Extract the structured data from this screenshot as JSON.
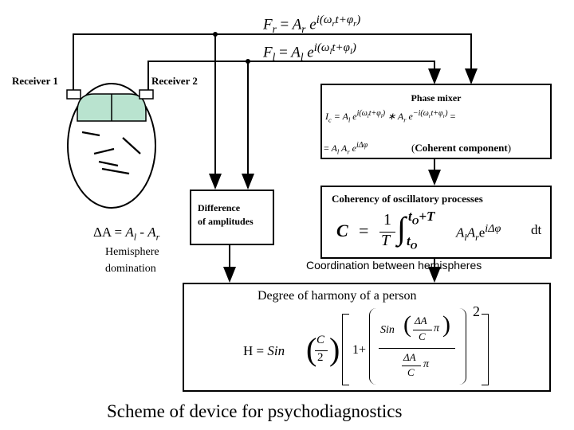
{
  "signals": {
    "right": {
      "lhs": "F",
      "lhs_sub": "r",
      "eq": "=",
      "amp": "A",
      "amp_sub": "r",
      "base": "e",
      "exp": "i(ω",
      "exp_sub1": "r",
      "exp_mid": "t+φ",
      "exp_sub2": "r",
      "exp_end": ")"
    },
    "left": {
      "lhs": "F",
      "lhs_sub": "l",
      "eq": "=",
      "amp": "A",
      "amp_sub": "l",
      "base": "e",
      "exp": "i(ω",
      "exp_sub1": "l",
      "exp_mid": "t+φ",
      "exp_sub2": "l",
      "exp_end": ")"
    }
  },
  "receivers": {
    "r1": "Receiver 1",
    "r2": "Receiver 2"
  },
  "phase_mixer": {
    "title": "Phase mixer",
    "line1": "I",
    "line1_sub": "c",
    "line1_rest": " = A",
    "line1_rest_sub": "l",
    "line1_exp": "i(ω",
    "line1_exp_sub": "l",
    "line1_exp_mid": "t+φ",
    "line1_exp_sub2": "l",
    "line1_exp_end": ")",
    "line1_mul": " ∗ A",
    "line1_mul_sub": "r",
    "line1_exp2": "−i(ω",
    "line1_exp2_sub": "r",
    "line1_exp2_mid": "t+φ",
    "line1_exp2_sub2": "r",
    "line1_exp2_end": ")",
    "line1_eq": "=",
    "line2_eq": "=",
    "line2_a": "A",
    "line2_a_sub": "l",
    "line2_b": "A",
    "line2_b_sub": "r",
    "line2_e": "e",
    "line2_exp": "iΔφ",
    "coherent_open": "(",
    "coherent": "Coherent component",
    "coherent_close": ")"
  },
  "coherency": {
    "title": "Coherency  of   oscillatory  processes",
    "C": "C",
    "eq": "=",
    "num": "1",
    "den": "T",
    "integral": "∫",
    "upper": "t",
    "upper_sub": "O",
    "upper_rest": "+T",
    "lower": "t",
    "lower_sub": "O",
    "a1": "A",
    "a1_sub": "l",
    "a2": "A",
    "a2_sub": "r",
    "e": "e",
    "exp": "iΔφ",
    "dt": "dt"
  },
  "difference": {
    "title_line1": "Difference",
    "title_line2": "of amplitudes",
    "formula_delta": "ΔA",
    "formula_eq": "=",
    "formula_a": "A",
    "formula_a_sub": "l",
    "formula_minus": "-",
    "formula_b": "A",
    "formula_b_sub": "r",
    "note_line1": "Hemisphere",
    "note_line2": "domination"
  },
  "coordination_label": "Coordination between  hemispheres",
  "harmony": {
    "title": "Degree of harmony of a person",
    "H": "H",
    "eq": "=",
    "sin": "Sin",
    "C": "C",
    "two": "2",
    "one_plus": "1+",
    "inner_sin": "Sin",
    "dA": "ΔA",
    "Cden": "C",
    "pi": "π",
    "dA2": "ΔA",
    "C2": "C",
    "pi2": "π",
    "power": "2"
  },
  "caption": "Scheme of device for psychodiagnostics"
}
